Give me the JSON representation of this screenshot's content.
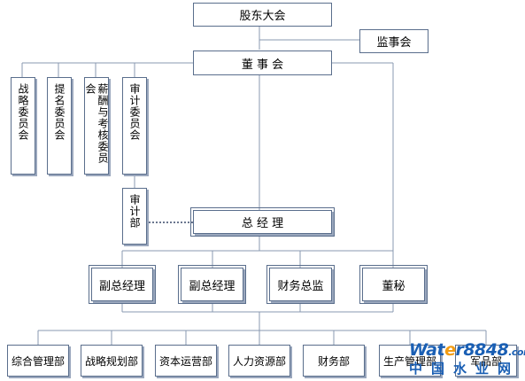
{
  "org": {
    "shareholders": "股东大会",
    "supervisory": "监事会",
    "board": "董 事 会",
    "committees": [
      "战略委员会",
      "提名委员会",
      "薪酬与考核委员会",
      "审计委员会"
    ],
    "audit_dept": "审计部",
    "gm": "总 经 理",
    "execs": [
      "副总经理",
      "副总经理",
      "财务总监"
    ],
    "secretary": "董秘",
    "departments": [
      "综合管理部",
      "战略规划部",
      "资本运营部",
      "人力资源部",
      "财务部",
      "生产管理部",
      "军品部"
    ]
  },
  "watermark": {
    "line1_a": "Wat",
    "line1_e": "e",
    "line1_b": "r8848",
    "line1_c": ".com",
    "line2": "中国水业网"
  },
  "colors": {
    "border": "#5a6e8c",
    "shadow": "#9aa7bd",
    "line": "#8899b0",
    "dotted": "#3a4a6a"
  }
}
